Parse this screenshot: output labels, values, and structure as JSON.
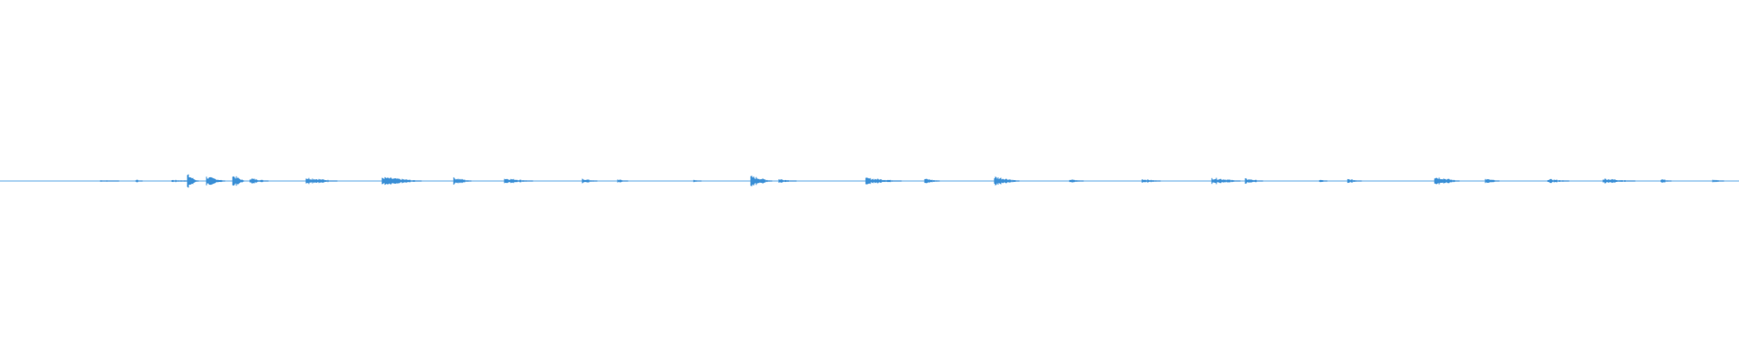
{
  "waveform": {
    "color": "#3a8fd6",
    "baseline_color": "#5aa7e6",
    "background": "#ffffff",
    "bursts": [
      {
        "t": 0.058,
        "amp": 0.08,
        "len": 0.01
      },
      {
        "t": 0.078,
        "amp": 0.12,
        "len": 0.004
      },
      {
        "t": 0.099,
        "amp": 0.1,
        "len": 0.015
      },
      {
        "t": 0.108,
        "amp": 0.6,
        "len": 0.005
      },
      {
        "t": 0.119,
        "amp": 0.4,
        "len": 0.01
      },
      {
        "t": 0.134,
        "amp": 0.55,
        "len": 0.006
      },
      {
        "t": 0.144,
        "amp": 0.25,
        "len": 0.01
      },
      {
        "t": 0.176,
        "amp": 0.3,
        "len": 0.018
      },
      {
        "t": 0.22,
        "amp": 0.35,
        "len": 0.022
      },
      {
        "t": 0.261,
        "amp": 0.3,
        "len": 0.01
      },
      {
        "t": 0.29,
        "amp": 0.25,
        "len": 0.016
      },
      {
        "t": 0.335,
        "amp": 0.2,
        "len": 0.008
      },
      {
        "t": 0.355,
        "amp": 0.15,
        "len": 0.006
      },
      {
        "t": 0.399,
        "amp": 0.1,
        "len": 0.004
      },
      {
        "t": 0.432,
        "amp": 0.45,
        "len": 0.012
      },
      {
        "t": 0.448,
        "amp": 0.18,
        "len": 0.01
      },
      {
        "t": 0.498,
        "amp": 0.28,
        "len": 0.02
      },
      {
        "t": 0.532,
        "amp": 0.22,
        "len": 0.008
      },
      {
        "t": 0.572,
        "amp": 0.4,
        "len": 0.014
      },
      {
        "t": 0.615,
        "amp": 0.15,
        "len": 0.008
      },
      {
        "t": 0.657,
        "amp": 0.18,
        "len": 0.01
      },
      {
        "t": 0.697,
        "amp": 0.3,
        "len": 0.016
      },
      {
        "t": 0.716,
        "amp": 0.22,
        "len": 0.01
      },
      {
        "t": 0.759,
        "amp": 0.12,
        "len": 0.004
      },
      {
        "t": 0.775,
        "amp": 0.18,
        "len": 0.008
      },
      {
        "t": 0.825,
        "amp": 0.4,
        "len": 0.014
      },
      {
        "t": 0.854,
        "amp": 0.2,
        "len": 0.008
      },
      {
        "t": 0.89,
        "amp": 0.18,
        "len": 0.012
      },
      {
        "t": 0.922,
        "amp": 0.22,
        "len": 0.018
      },
      {
        "t": 0.955,
        "amp": 0.18,
        "len": 0.006
      },
      {
        "t": 0.985,
        "amp": 0.12,
        "len": 0.006
      }
    ],
    "seed": 7
  }
}
